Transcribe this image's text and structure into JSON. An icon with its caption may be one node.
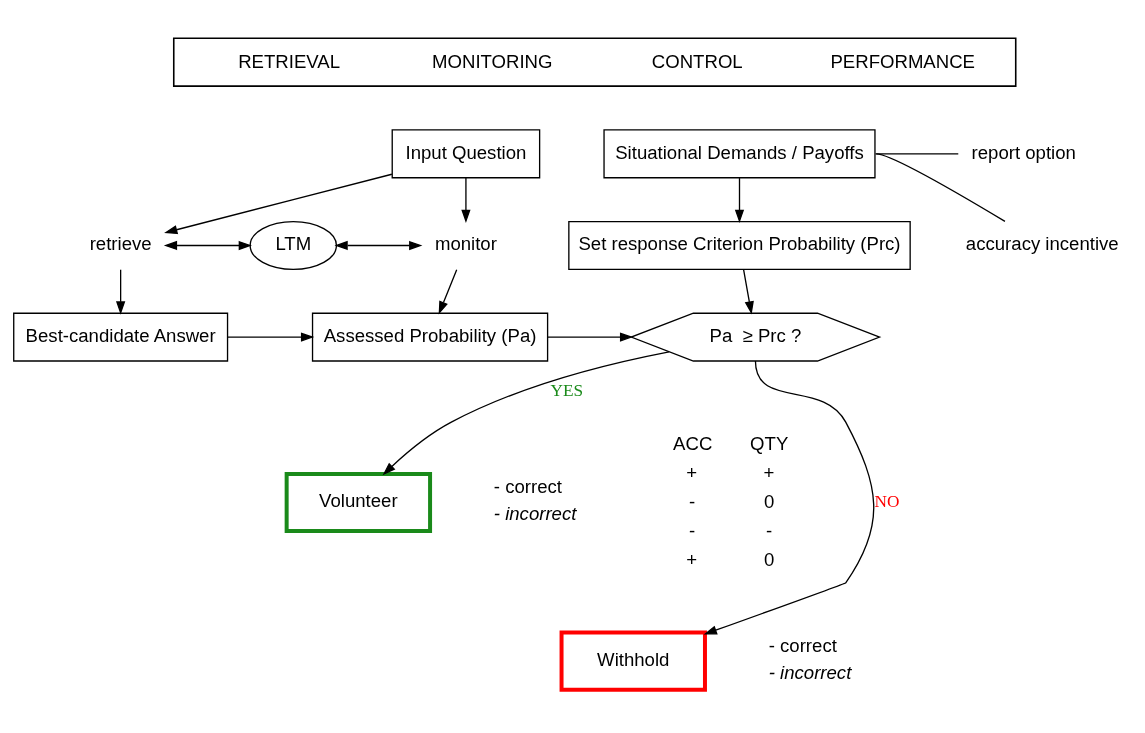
{
  "diagram": {
    "nodes": [
      {
        "text": [
          "RETRIEVAL",
          "MONITORING",
          "CONTROL",
          "PERFORMANCE"
        ]
      },
      {
        "text": [
          "Input Question"
        ]
      },
      {
        "text": [
          "Situational Demands / Payoffs"
        ]
      },
      {
        "text": [
          "report option"
        ]
      },
      {
        "text": [
          "accuracy incentive"
        ]
      },
      {
        "text": [
          "retrieve"
        ]
      },
      {
        "text": [
          "LTM"
        ]
      },
      {
        "text": [
          "monitor"
        ]
      },
      {
        "text": [
          "Set response Criterion Probability (Prc)"
        ]
      },
      {
        "text": [
          "Best-candidate Answer"
        ]
      },
      {
        "text": [
          "Assessed Probability (Pa)"
        ]
      },
      {
        "text": [
          "Pa  ≥ Prc ?"
        ]
      },
      {
        "text": [
          "Volunteer"
        ],
        "beside": [
          "- correct",
          "- incorrect"
        ]
      },
      {
        "text": [
          "Withhold"
        ],
        "beside": [
          "- correct",
          "- incorrect"
        ]
      }
    ],
    "edges": [
      {
        "from": 1,
        "to": 5,
        "arrow": "to"
      },
      {
        "from": 1,
        "to": 7,
        "arrow": "to"
      },
      {
        "from": 2,
        "to": 3,
        "arrow": "none"
      },
      {
        "from": 2,
        "to": 4,
        "arrow": "none"
      },
      {
        "from": 5,
        "to": 6,
        "arrow": "both"
      },
      {
        "from": 6,
        "to": 7,
        "arrow": "both"
      },
      {
        "from": 2,
        "to": 8,
        "arrow": "to"
      },
      {
        "from": 5,
        "to": 9,
        "arrow": "to"
      },
      {
        "from": 7,
        "to": 10,
        "arrow": "to"
      },
      {
        "from": 9,
        "to": 10,
        "arrow": "to"
      },
      {
        "from": 10,
        "to": 11,
        "arrow": "to"
      },
      {
        "from": 8,
        "to": 11,
        "arrow": "to"
      },
      {
        "from": 11,
        "to": 12,
        "label": "YES",
        "arrow": "to"
      },
      {
        "from": 11,
        "to": 13,
        "label": "NO",
        "arrow": "to"
      }
    ],
    "labels": [
      "ACC",
      "QTY",
      "+",
      "+",
      "-",
      "0",
      "-",
      "-",
      "+",
      "0"
    ]
  }
}
